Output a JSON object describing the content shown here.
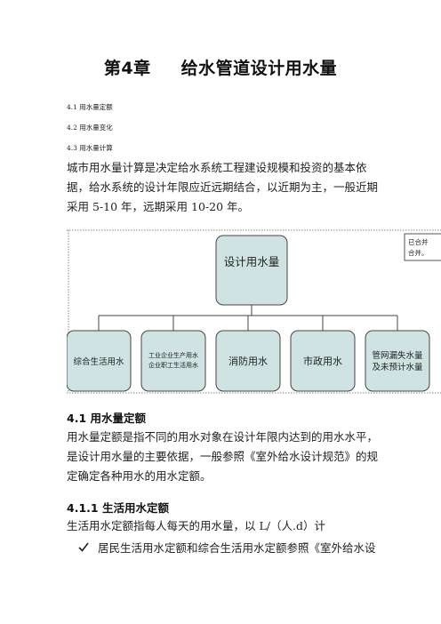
{
  "chapter": {
    "number": "第4章",
    "title": "给水管道设计用水量"
  },
  "toc": [
    "4.1 用水量定额",
    "4.2 用水量变化",
    "4.3 用水量计算"
  ],
  "intro": [
    "城市用水量计算是决定给水系统工程建设规模和投资的基本依",
    "据，给水系统的设计年限应近远期结合，以近期为主，一般近期",
    "采用 5-10 年，远期采用 10-20 年。"
  ],
  "diagram": {
    "root": "设计用水量",
    "children": [
      [
        "综合生活用水"
      ],
      [
        "工业企业生产用水",
        "企业职工生活用水"
      ],
      [
        "消防用水"
      ],
      [
        "市政用水"
      ],
      [
        "管网漏失水量",
        "及未预计水量"
      ]
    ],
    "side_note": [
      "已合并",
      "合并。"
    ],
    "colors": {
      "box_fill": "#cfe3e2",
      "box_stroke": "#444444"
    }
  },
  "section_4_1": {
    "heading": "4.1 用水量定额",
    "lines": [
      "用水量定额是指不同的用水对象在设计年限内达到的用水水平，",
      "是设计用水量的主要依据，一般参照《室外给水设计规范》的规",
      "定确定各种用水的用水定额。"
    ]
  },
  "section_4_1_1": {
    "heading": "4.1.1 生活用水定额",
    "line": "生活用水定额指每人每天的用水量，以 L/（人.d）计",
    "bullet": "居民生活用水定额和综合生活用水定额参照《室外给水设"
  },
  "icons": {
    "bullet": "check-icon"
  }
}
